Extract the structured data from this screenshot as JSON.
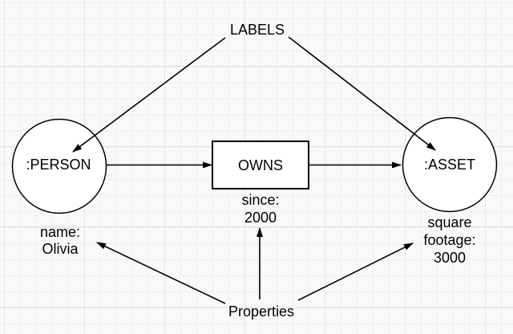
{
  "canvas": {
    "background_color": "#f9f9f9",
    "grid_minor_color": "#efefef",
    "grid_major_color": "#e3e3e3"
  },
  "diagram": {
    "annotations": {
      "labels": "LABELS",
      "properties": "Properties"
    },
    "nodes": {
      "person": {
        "label": ":PERSON",
        "property_lines": [
          "name:",
          "Olivia"
        ]
      },
      "asset": {
        "label": ":ASSET",
        "property_lines": [
          "square",
          "footage:",
          "3000"
        ]
      }
    },
    "relationship": {
      "label": "OWNS",
      "property_lines": [
        "since:",
        "2000"
      ]
    },
    "style": {
      "stroke_color": "#000000",
      "shape_fill_color": "#ffffff",
      "text_color": "#000000"
    }
  }
}
